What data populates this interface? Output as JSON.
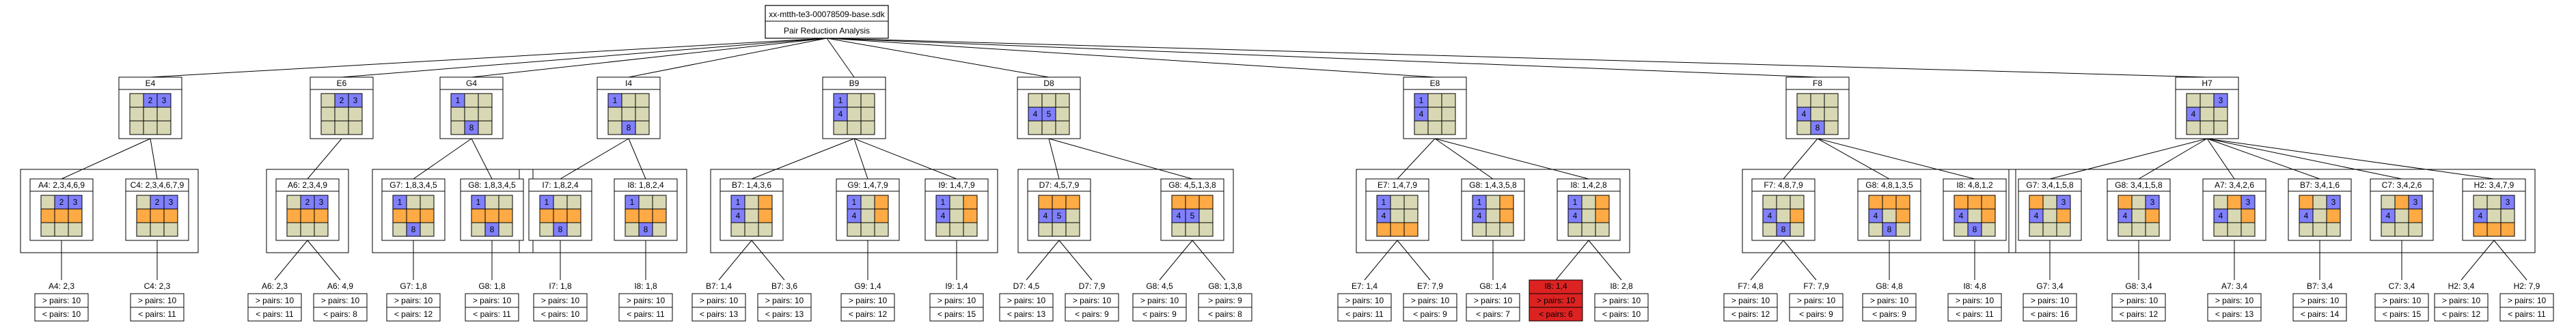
{
  "root": {
    "title": "xx-mtth-te3-00078509-base.sdk",
    "subtitle": "Pair Reduction Analysis"
  },
  "colors": {
    "blue": "#8080ff",
    "orange": "#ffaa44",
    "khaki": "#d8d8b4",
    "red": "#dd2222",
    "line": "#000000"
  },
  "level1": [
    {
      "label": "E4",
      "grid": [
        "kbb",
        "kkk",
        "kkk"
      ],
      "nums": [
        "",
        "2",
        "3",
        "",
        "",
        "",
        "",
        "",
        ""
      ]
    },
    {
      "label": "E6",
      "grid": [
        "kbb",
        "kkk",
        "kkk"
      ],
      "nums": [
        "",
        "2",
        "3",
        "",
        "",
        "",
        "",
        "",
        ""
      ]
    },
    {
      "label": "G4",
      "grid": [
        "bkk",
        "kkk",
        "kbk"
      ],
      "nums": [
        "1",
        "",
        "",
        "",
        "",
        "",
        "",
        "8",
        ""
      ]
    },
    {
      "label": "I4",
      "grid": [
        "bkk",
        "kkk",
        "kbk"
      ],
      "nums": [
        "1",
        "",
        "",
        "",
        "",
        "",
        "",
        "8",
        ""
      ]
    },
    {
      "label": "B9",
      "grid": [
        "bkk",
        "bkk",
        "kkk"
      ],
      "nums": [
        "1",
        "",
        "",
        "4",
        "",
        "",
        "",
        "",
        ""
      ]
    },
    {
      "label": "D8",
      "grid": [
        "kkk",
        "bbk",
        "kkk"
      ],
      "nums": [
        "",
        "",
        "",
        "4",
        "5",
        "",
        "",
        "",
        ""
      ]
    },
    {
      "label": "E8",
      "grid": [
        "bkk",
        "bkk",
        "kkk"
      ],
      "nums": [
        "1",
        "",
        "",
        "4",
        "",
        "",
        "",
        "",
        ""
      ]
    },
    {
      "label": "F8",
      "grid": [
        "kkk",
        "bkk",
        "kbk"
      ],
      "nums": [
        "",
        "",
        "",
        "4",
        "",
        "",
        "",
        "8",
        ""
      ]
    },
    {
      "label": "H7",
      "grid": [
        "kkb",
        "bkk",
        "kkk"
      ],
      "nums": [
        "",
        "",
        "3",
        "4",
        "",
        "",
        "",
        "",
        ""
      ]
    }
  ],
  "groups": [
    {
      "parent": 0,
      "children": [
        {
          "label": "A4: 2,3,4,6,9",
          "grid": [
            "kbb",
            "ooo",
            "kkk"
          ],
          "nums": [
            "",
            "2",
            "3",
            "",
            "",
            "",
            "",
            "",
            ""
          ],
          "leaf": {
            "title": "A4: 2,3",
            "gt": "> pairs: 10",
            "lt": "< pairs: 10"
          }
        },
        {
          "label": "C4: 2,3,4,6,7,9",
          "grid": [
            "kbb",
            "ooo",
            "kkk"
          ],
          "nums": [
            "",
            "2",
            "3",
            "",
            "",
            "",
            "",
            "",
            ""
          ],
          "leaf": {
            "title": "C4: 2,3",
            "gt": "> pairs: 10",
            "lt": "< pairs: 11"
          }
        }
      ]
    },
    {
      "parent": 1,
      "children": [
        {
          "label": "A6: 2,3,4,9",
          "grid": [
            "kbb",
            "ooo",
            "kkk"
          ],
          "nums": [
            "",
            "2",
            "3",
            "",
            "",
            "",
            "",
            "",
            ""
          ],
          "leaf1": {
            "title": "A6: 2,3",
            "gt": "> pairs: 10",
            "lt": "< pairs: 11"
          },
          "leaf2": {
            "title": "A6: 4,9",
            "gt": "> pairs: 10",
            "lt": "< pairs: 8"
          }
        }
      ]
    },
    {
      "parent": 2,
      "children": [
        {
          "label": "G7: 1,8,3,4,5",
          "grid": [
            "bkk",
            "ooo",
            "kbk"
          ],
          "nums": [
            "1",
            "",
            "",
            "",
            "",
            "",
            "",
            "8",
            ""
          ],
          "leaf": {
            "title": "G7: 1,8",
            "gt": "> pairs: 10",
            "lt": "< pairs: 12"
          }
        },
        {
          "label": "G8: 1,8,3,4,5",
          "grid": [
            "bkk",
            "ooo",
            "kbk"
          ],
          "nums": [
            "1",
            "",
            "",
            "",
            "",
            "",
            "",
            "8",
            ""
          ],
          "leaf": {
            "title": "G8: 1,8",
            "gt": "> pairs: 10",
            "lt": "< pairs: 11"
          }
        }
      ]
    },
    {
      "parent": 3,
      "children": [
        {
          "label": "I7: 1,8,2,4",
          "grid": [
            "bkk",
            "ooo",
            "kbk"
          ],
          "nums": [
            "1",
            "",
            "",
            "",
            "",
            "",
            "",
            "8",
            ""
          ],
          "leaf": {
            "title": "I7: 1,8",
            "gt": "> pairs: 10",
            "lt": "< pairs: 10"
          }
        },
        {
          "label": "I8: 1,8,2,4",
          "grid": [
            "bkk",
            "ooo",
            "kbk"
          ],
          "nums": [
            "1",
            "",
            "",
            "",
            "",
            "",
            "",
            "8",
            ""
          ],
          "leaf": {
            "title": "I8: 1,8",
            "gt": "> pairs: 10",
            "lt": "< pairs: 11"
          }
        }
      ]
    },
    {
      "parent": 4,
      "children": [
        {
          "label": "B7: 1,4,3,6",
          "grid": [
            "bko",
            "bko",
            "kkk"
          ],
          "nums": [
            "1",
            "",
            "",
            "4",
            "",
            "",
            "",
            "",
            ""
          ],
          "leaf1": {
            "title": "B7: 1,4",
            "gt": "> pairs: 10",
            "lt": "< pairs: 13"
          },
          "leaf2": {
            "title": "B7: 3,6",
            "gt": "> pairs: 10",
            "lt": "< pairs: 13"
          }
        },
        {
          "label": "G9: 1,4,7,9",
          "grid": [
            "bko",
            "bko",
            "kkk"
          ],
          "nums": [
            "1",
            "",
            "",
            "4",
            "",
            "",
            "",
            "",
            ""
          ],
          "leaf": {
            "title": "G9: 1,4",
            "gt": "> pairs: 10",
            "lt": "< pairs: 12"
          }
        },
        {
          "label": "I9: 1,4,7,9",
          "grid": [
            "bko",
            "bko",
            "kkk"
          ],
          "nums": [
            "1",
            "",
            "",
            "4",
            "",
            "",
            "",
            "",
            ""
          ],
          "leaf": {
            "title": "I9: 1,4",
            "gt": "> pairs: 10",
            "lt": "< pairs: 15"
          }
        }
      ]
    },
    {
      "parent": 5,
      "children": [
        {
          "label": "D7: 4,5,7,9",
          "grid": [
            "ooo",
            "bbk",
            "kkk"
          ],
          "nums": [
            "",
            "",
            "",
            "4",
            "5",
            "",
            "",
            "",
            ""
          ],
          "leaf1": {
            "title": "D7: 4,5",
            "gt": "> pairs: 10",
            "lt": "< pairs: 13"
          },
          "leaf2": {
            "title": "D7: 7,9",
            "gt": "> pairs: 10",
            "lt": "< pairs: 9"
          }
        },
        {
          "label": "G8: 4,5,1,3,8",
          "grid": [
            "ooo",
            "bbk",
            "kkk"
          ],
          "nums": [
            "",
            "",
            "",
            "4",
            "5",
            "",
            "",
            "",
            ""
          ],
          "leaf1": {
            "title": "G8: 4,5",
            "gt": "> pairs: 10",
            "lt": "< pairs: 9"
          },
          "leaf2": {
            "title": "G8: 1,3,8",
            "gt": "> pairs: 9",
            "lt": "< pairs: 8"
          }
        }
      ]
    },
    {
      "parent": 6,
      "children": [
        {
          "label": "E7: 1,4,7,9",
          "grid": [
            "bkk",
            "bkk",
            "ooo"
          ],
          "nums": [
            "1",
            "",
            "",
            "4",
            "",
            "",
            "",
            "",
            ""
          ],
          "leaf1": {
            "title": "E7: 1,4",
            "gt": "> pairs: 10",
            "lt": "< pairs: 11"
          },
          "leaf2": {
            "title": "E7: 7,9",
            "gt": "> pairs: 10",
            "lt": "< pairs: 9"
          }
        },
        {
          "label": "G8: 1,4,3,5,8",
          "grid": [
            "bko",
            "bko",
            "kkk"
          ],
          "nums": [
            "1",
            "",
            "",
            "4",
            "",
            "",
            "",
            "",
            ""
          ],
          "leaf": {
            "title": "G8: 1,4",
            "gt": "> pairs: 10",
            "lt": "< pairs: 7"
          }
        },
        {
          "label": "I8: 1,4,2,8",
          "grid": [
            "bko",
            "bko",
            "kkk"
          ],
          "nums": [
            "1",
            "",
            "",
            "4",
            "",
            "",
            "",
            "",
            ""
          ],
          "leaf1": {
            "title": "I8: 1,4",
            "gt": "> pairs: 10",
            "lt": "< pairs: 6",
            "highlight": true
          },
          "leaf2": {
            "title": "I8: 2,8",
            "gt": "> pairs: 10",
            "lt": "< pairs: 10"
          }
        }
      ]
    },
    {
      "parent": 7,
      "children": [
        {
          "label": "F7: 4,8,7,9",
          "grid": [
            "kkk",
            "bko",
            "kbk"
          ],
          "nums": [
            "",
            "",
            "",
            "4",
            "",
            "",
            "",
            "8",
            ""
          ],
          "leaf1": {
            "title": "F7: 4,8",
            "gt": "> pairs: 10",
            "lt": "< pairs: 12"
          },
          "leaf2": {
            "title": "F7: 7,9",
            "gt": "> pairs: 10",
            "lt": "< pairs: 9"
          }
        },
        {
          "label": "G8: 4,8,1,3,5",
          "grid": [
            "ooo",
            "bko",
            "kbk"
          ],
          "nums": [
            "",
            "",
            "",
            "4",
            "",
            "",
            "",
            "8",
            ""
          ],
          "leaf": {
            "title": "G8: 4,8",
            "gt": "> pairs: 10",
            "lt": "< pairs: 9"
          }
        },
        {
          "label": "I8: 4,8,1,2",
          "grid": [
            "ooo",
            "bko",
            "kbk"
          ],
          "nums": [
            "",
            "",
            "",
            "4",
            "",
            "",
            "",
            "8",
            ""
          ],
          "leaf": {
            "title": "I8: 4,8",
            "gt": "> pairs: 10",
            "lt": "< pairs: 11"
          }
        }
      ]
    },
    {
      "parent": 8,
      "children": [
        {
          "label": "G7: 3,4,1,5,8",
          "grid": [
            "okb",
            "bko",
            "kkk"
          ],
          "nums": [
            "",
            "",
            "3",
            "4",
            "",
            "",
            "",
            "",
            ""
          ],
          "leaf": {
            "title": "G7: 3,4",
            "gt": "> pairs: 10",
            "lt": "< pairs: 16"
          }
        },
        {
          "label": "G8: 3,4,1,5,8",
          "grid": [
            "okb",
            "bko",
            "kkk"
          ],
          "nums": [
            "",
            "",
            "3",
            "4",
            "",
            "",
            "",
            "",
            ""
          ],
          "leaf": {
            "title": "G8: 3,4",
            "gt": "> pairs: 10",
            "lt": "< pairs: 12"
          }
        },
        {
          "label": "A7: 3,4,2,6",
          "grid": [
            "kob",
            "bko",
            "kkk"
          ],
          "nums": [
            "",
            "",
            "3",
            "4",
            "",
            "",
            "",
            "",
            ""
          ],
          "leaf": {
            "title": "A7: 3,4",
            "gt": "> pairs: 10",
            "lt": "< pairs: 13"
          }
        },
        {
          "label": "B7: 3,4,1,6",
          "grid": [
            "okb",
            "bko",
            "kkk"
          ],
          "nums": [
            "",
            "",
            "3",
            "4",
            "",
            "",
            "",
            "",
            ""
          ],
          "leaf": {
            "title": "B7: 3,4",
            "gt": "> pairs: 10",
            "lt": "< pairs: 14"
          }
        },
        {
          "label": "C7: 3,4,2,6",
          "grid": [
            "kob",
            "bko",
            "kkk"
          ],
          "nums": [
            "",
            "",
            "3",
            "4",
            "",
            "",
            "",
            "",
            ""
          ],
          "leaf": {
            "title": "C7: 3,4",
            "gt": "> pairs: 10",
            "lt": "< pairs: 15"
          }
        },
        {
          "label": "H2: 3,4,7,9",
          "grid": [
            "kkb",
            "bkk",
            "ooo"
          ],
          "nums": [
            "",
            "",
            "3",
            "4",
            "",
            "",
            "",
            "",
            ""
          ],
          "leaf1": {
            "title": "H2: 3,4",
            "gt": "> pairs: 10",
            "lt": "< pairs: 12"
          },
          "leaf2": {
            "title": "H2: 7,9",
            "gt": "> pairs: 10",
            "lt": "< pairs: 11"
          }
        }
      ]
    }
  ]
}
